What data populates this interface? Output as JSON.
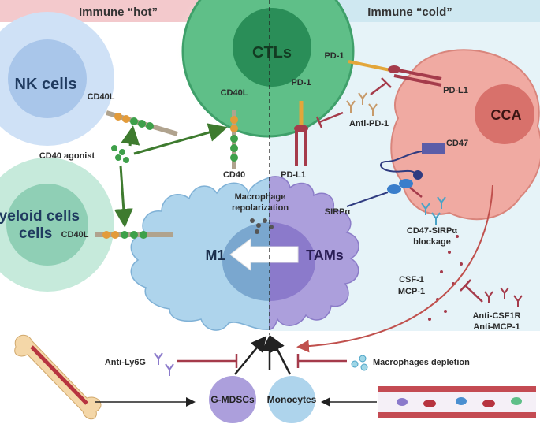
{
  "header": {
    "left": "Immune “hot”",
    "right": "Immune “cold”"
  },
  "cells": {
    "nk": "NK cells",
    "ctl": "CTLs",
    "myeloid": "Myeloid cells",
    "cca": "CCA",
    "m1": "M1",
    "tams": "TAMs",
    "gmdsc": "G-MDSCs",
    "monocytes": "Monocytes"
  },
  "labels": {
    "cd40l_nk": "CD40L",
    "cd40l_ctl": "CD40L",
    "cd40l_myeloid": "CD40L",
    "cd40_agonist": "CD40 agonist",
    "cd40": "CD40",
    "pd1_top": "PD-1",
    "pd1_mid": "PD-1",
    "pdl1_cca": "PD-L1",
    "pdl1_tam": "PD-L1",
    "anti_pd1": "Anti-PD-1",
    "cd47": "CD47",
    "sirpa": "SIRPα",
    "cd47_blockade_1": "CD47-SIRPα",
    "cd47_blockade_2": "blockage",
    "repol_1": "Macrophage",
    "repol_2": "repolarization",
    "csf1": "CSF-1",
    "mcp1": "MCP-1",
    "anti_csf1r": "Anti-CSF1R",
    "anti_mcp1": "Anti-MCP-1",
    "anti_ly6g": "Anti-Ly6G",
    "mac_depletion": "Macrophages depletion"
  },
  "colors": {
    "hot_header": "#f3c9cc",
    "cold_header": "#cfe8f1",
    "cold_bg": "#e6f3f8",
    "nk": "#b5cfee",
    "ctl": "#5cbb85",
    "myeloid": "#a7dcc6",
    "cca": "#ea9e96",
    "m1": "#a9d1ea",
    "tam": "#a79ad9",
    "inhibit": "#a53b4b",
    "arrow_green": "#3e7b2f"
  }
}
